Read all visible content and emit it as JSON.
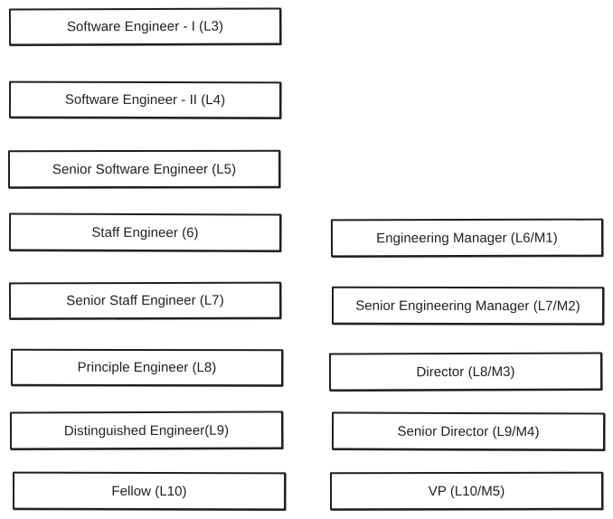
{
  "diagram": {
    "ic_track": [
      {
        "label": "Software Engineer - I (L3)"
      },
      {
        "label": "Software Engineer - II (L4)"
      },
      {
        "label": "Senior Software Engineer (L5)"
      },
      {
        "label": "Staff Engineer (6)"
      },
      {
        "label": "Senior Staff Engineer (L7)"
      },
      {
        "label": "Principle Engineer (L8)"
      },
      {
        "label": "Distinguished Engineer(L9)"
      },
      {
        "label": "Fellow (L10)"
      }
    ],
    "management_track": [
      {
        "label": "Engineering Manager (L6/M1)"
      },
      {
        "label": "Senior Engineering Manager (L7/M2)"
      },
      {
        "label": "Director (L8/M3)"
      },
      {
        "label": "Senior Director (L9/M4)"
      },
      {
        "label": "VP (L10/M5)"
      }
    ]
  },
  "style": {
    "stroke_color": "#1e1e1e",
    "background_color": "#ffffff"
  }
}
